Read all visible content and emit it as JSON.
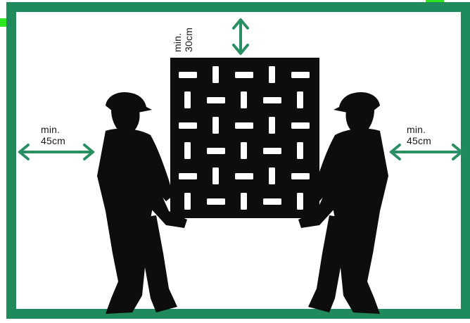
{
  "colors": {
    "frame": "#1f8a5b",
    "arrow": "#2a8f63",
    "corner_accent": "#2ee61f",
    "silhouette": "#0d0d0d",
    "background": "#ffffff"
  },
  "clearance_labels": {
    "top": {
      "line1": "min.",
      "line2": "30cm"
    },
    "left": {
      "line1": "min.",
      "line2": "45cm"
    },
    "right": {
      "line1": "min.",
      "line2": "45cm"
    }
  },
  "icons": {
    "left_person": "person-silhouette-icon",
    "right_person": "person-silhouette-icon",
    "panel": "woven-panel-icon",
    "arrows": "double-arrow-icon"
  }
}
